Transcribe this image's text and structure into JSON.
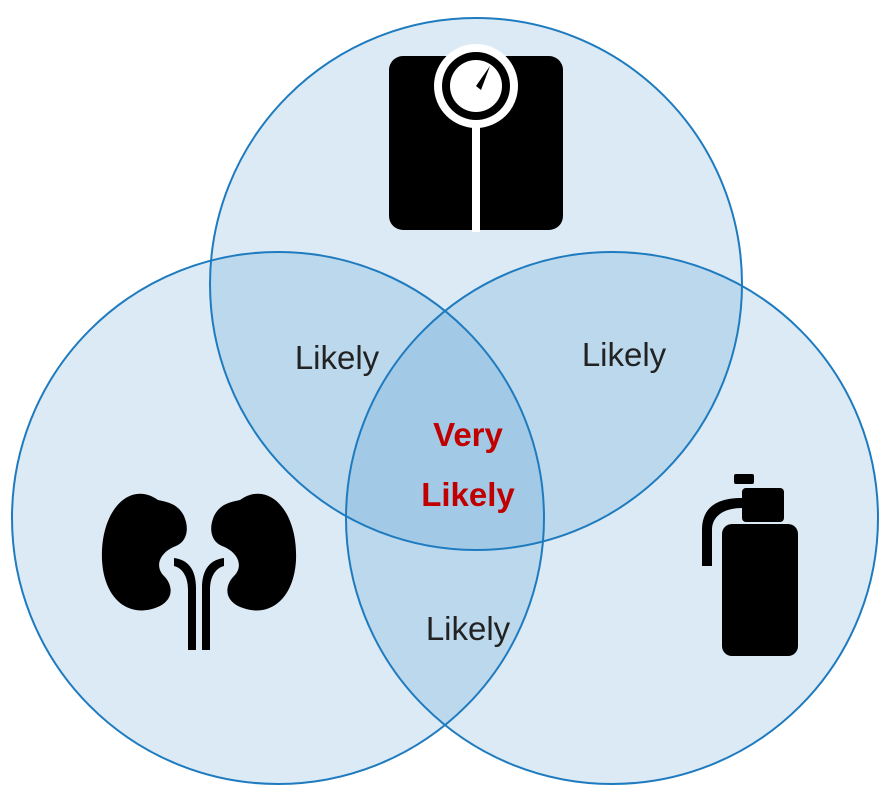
{
  "diagram": {
    "type": "venn",
    "sets": [
      {
        "id": "top",
        "icon": "weight-scale-icon"
      },
      {
        "id": "left",
        "icon": "kidneys-icon"
      },
      {
        "id": "right",
        "icon": "water-bottle-icon"
      }
    ],
    "regions": {
      "top_left": "Likely",
      "top_right": "Likely",
      "left_right": "Likely",
      "center_line1": "Very",
      "center_line2": "Likely"
    },
    "colors": {
      "circle_fill": "#daeaf6",
      "circle_stroke": "#1f7bbf",
      "inner_stroke": "#6aaedc",
      "label_text": "#222222",
      "center_text": "#c00000",
      "icon_fill": "#000000"
    }
  }
}
